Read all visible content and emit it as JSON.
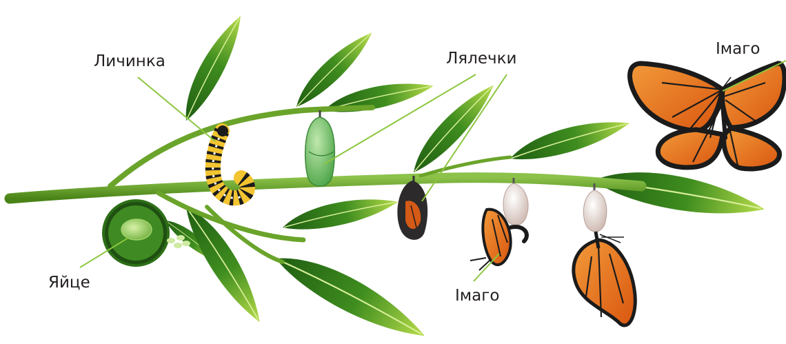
{
  "labels": {
    "larva": "Личинка",
    "pupae": "Лялечки",
    "egg": "Яйце",
    "imago_emerging": "Імаго",
    "imago_adult": "Імаго"
  },
  "colors": {
    "pointer_line": "#8dc63f",
    "stem": "#5b9a22",
    "leaf_dark": "#1f5d12",
    "leaf_light": "#b7dc4a",
    "wing_orange": "#e8741c",
    "wing_black": "#1b1b1b",
    "chrysalis_green": "#7fc46a"
  }
}
